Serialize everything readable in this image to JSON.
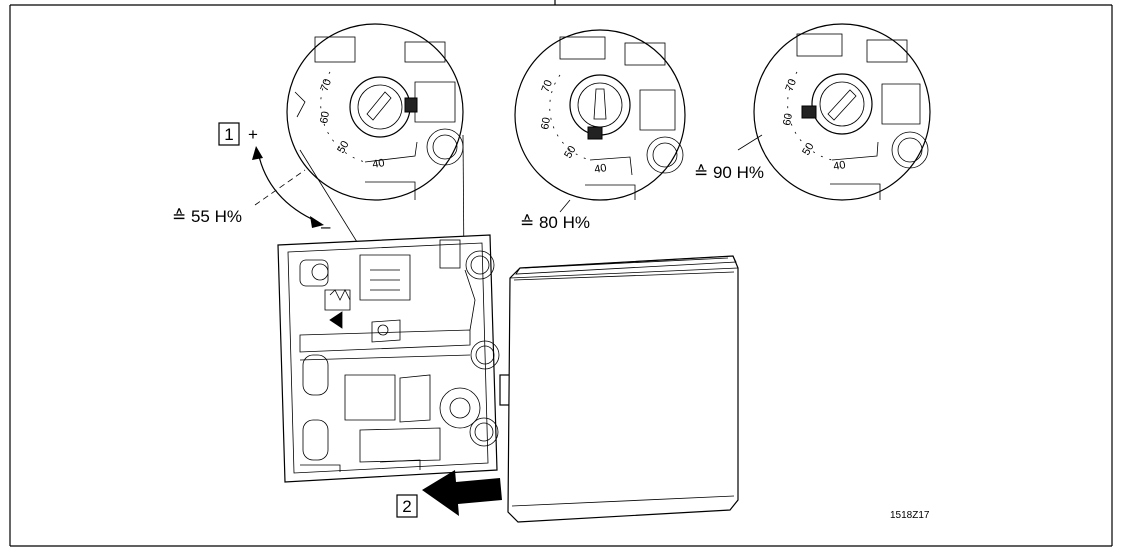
{
  "labels": {
    "step1": "1",
    "step2": "2",
    "plus": "+",
    "minus": "–",
    "setting_55": "≙ 55 H%",
    "setting_80": "≙ 80 H%",
    "setting_90": "≙ 90 H%",
    "figure_id": "1518Z17"
  },
  "dial": {
    "scale_marks": [
      "70",
      "60",
      "50",
      "40"
    ]
  },
  "colors": {
    "ink": "#000000",
    "paper": "#ffffff"
  }
}
